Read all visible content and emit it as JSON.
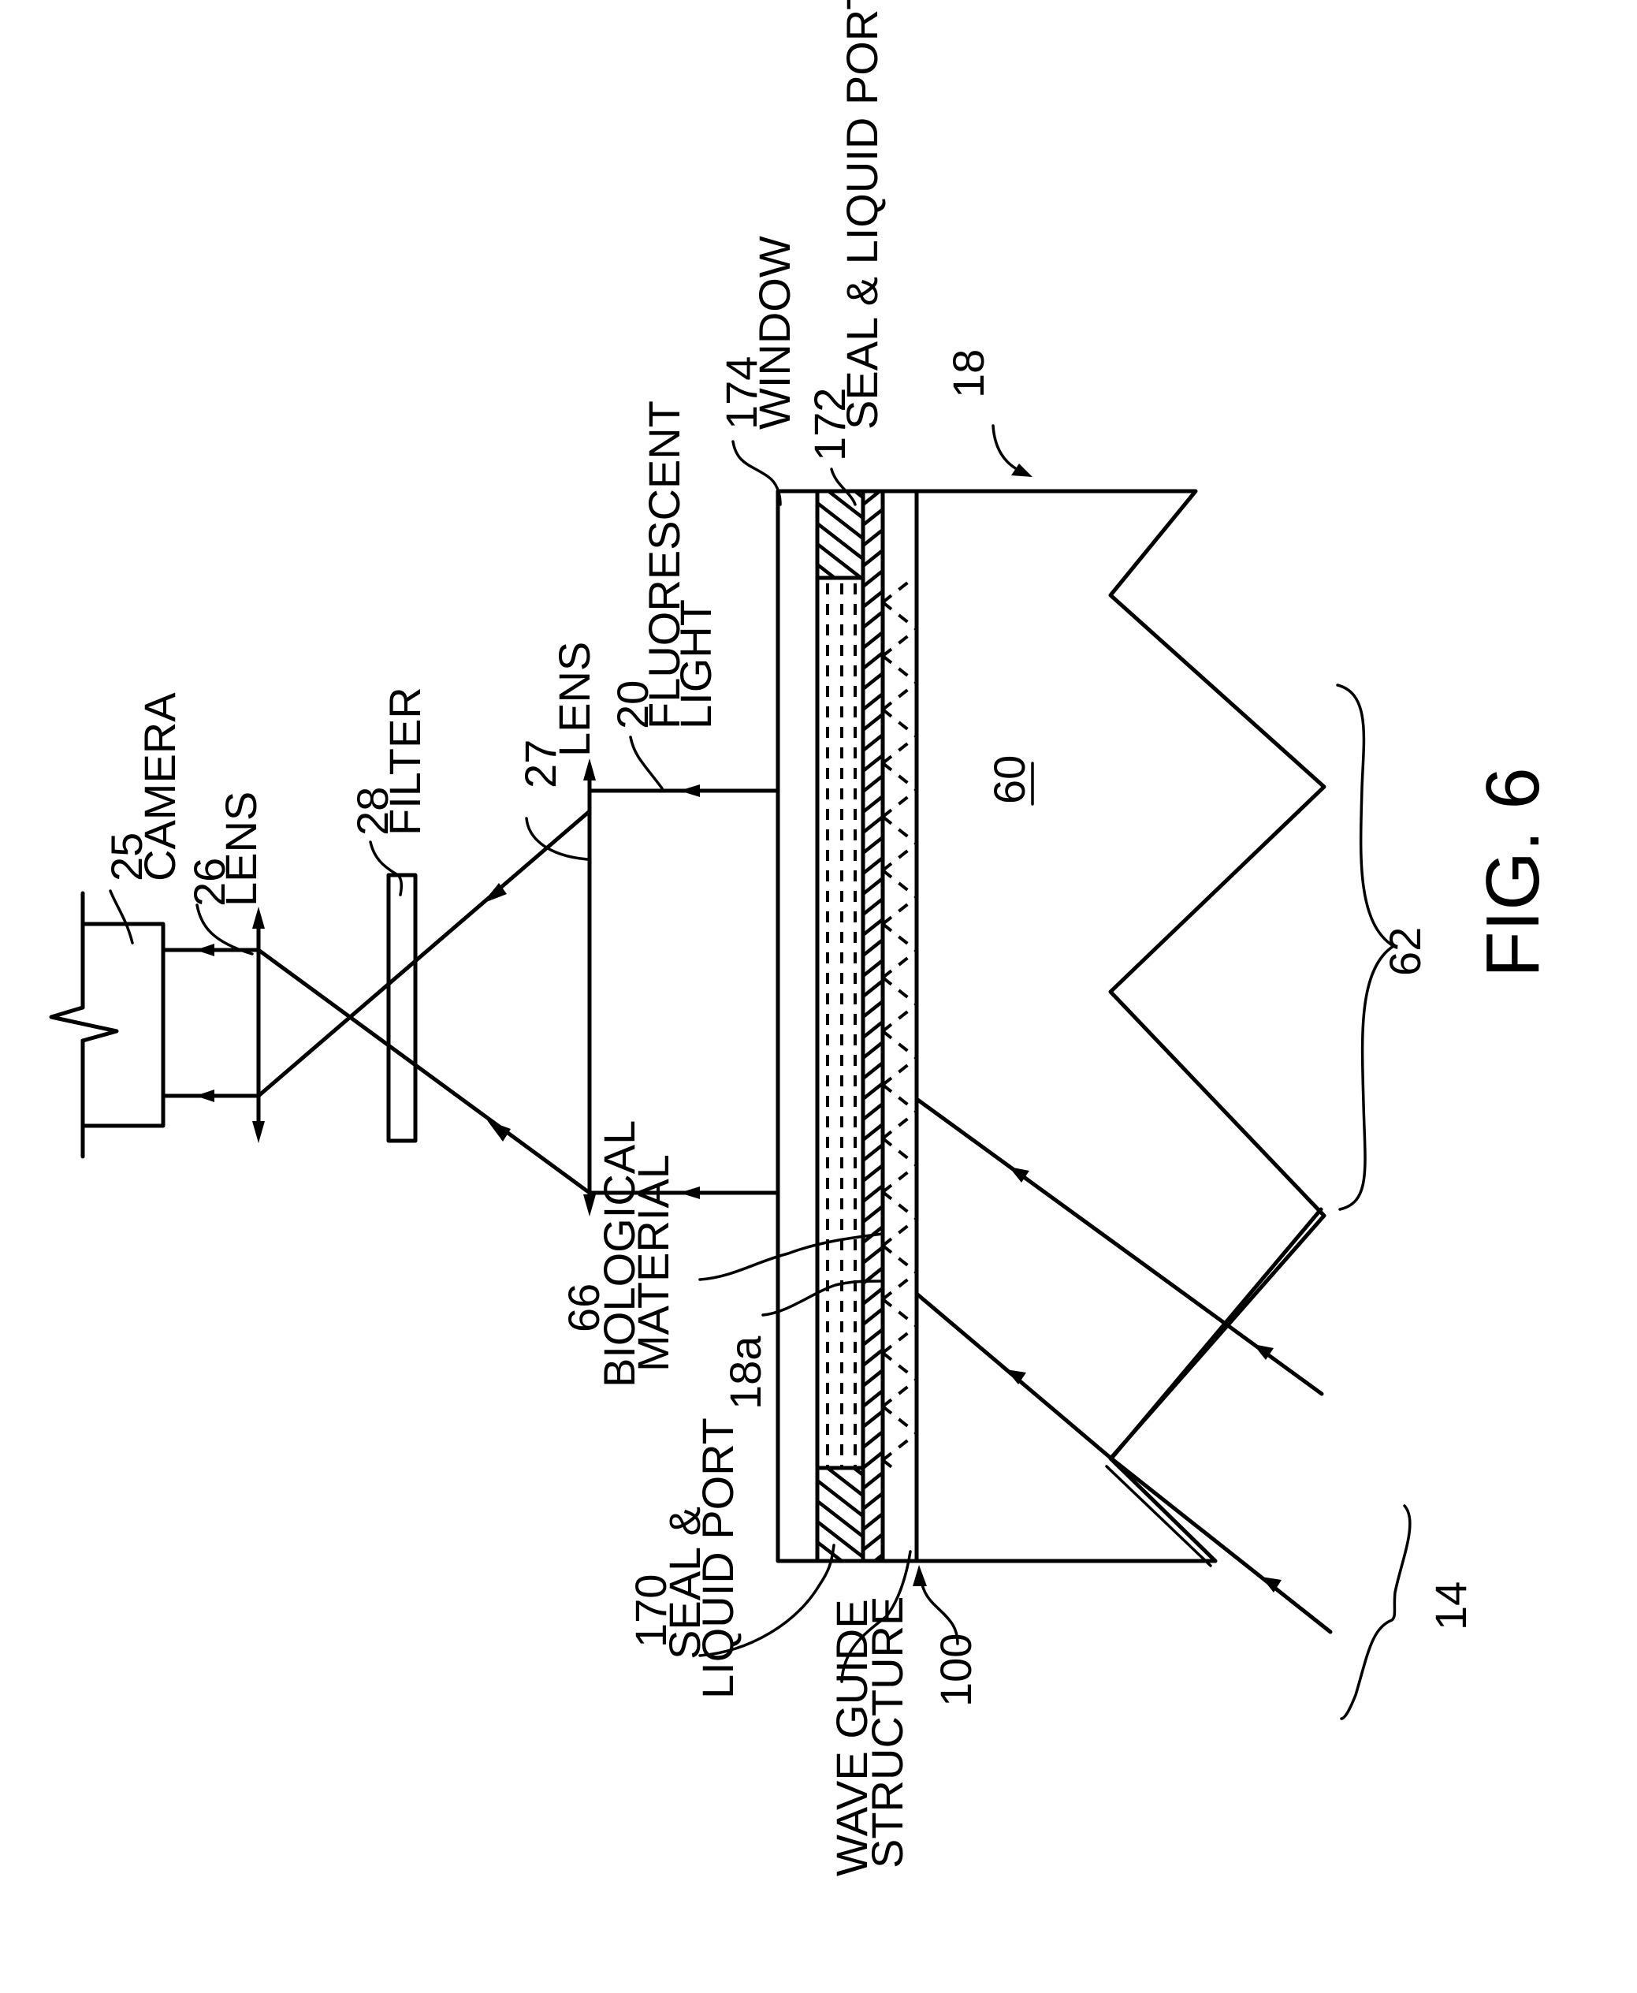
{
  "figure": {
    "title": "FIG. 6",
    "colors": {
      "ink": "#000000",
      "paper": "#ffffff"
    }
  },
  "labels": {
    "camera_num": "25",
    "camera_text": "CAMERA",
    "lens26_num": "26",
    "lens26_text": "LENS",
    "filter_num": "28",
    "filter_text": "FILTER",
    "lens27_num": "27",
    "lens27_text": "LENS",
    "fluor_num": "20",
    "fluor_text1": "FLUORESCENT",
    "fluor_text2": "LIGHT",
    "window_num": "174",
    "window_text": "WINDOW",
    "seal172_num": "172",
    "seal172_text": "SEAL & LIQUID PORT",
    "prism_num": "18",
    "region_60": "60",
    "brace_62": "62",
    "brace_14": "14",
    "ref_100": "100",
    "waveguide_text1": "WAVE GUIDE",
    "waveguide_text2": "STRUCTURE",
    "seal170_num": "170",
    "seal170_text1": "SEAL &",
    "seal170_text2": "LIQUID PORT",
    "bio_num": "66",
    "bio_text1": "BIOLOGICAL",
    "bio_text2": "MATERIAL",
    "surface_18a": "18a"
  }
}
